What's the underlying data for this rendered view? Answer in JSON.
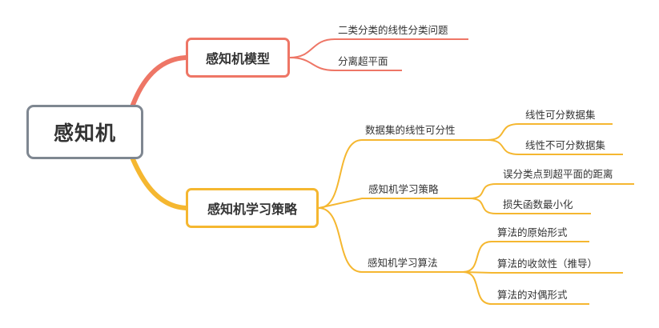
{
  "root": {
    "label": "感知机"
  },
  "branches": [
    {
      "label": "感知机模型",
      "color": "#ee7666",
      "children": [
        {
          "label": "二类分类的线性分类问题"
        },
        {
          "label": "分离超平面"
        }
      ]
    },
    {
      "label": "感知机学习策略",
      "color": "#f5b730",
      "children": [
        {
          "label": "数据集的线性可分性",
          "children": [
            {
              "label": "线性可分数据集"
            },
            {
              "label": "线性不可分数据集"
            }
          ]
        },
        {
          "label": "感知机学习策略",
          "children": [
            {
              "label": "误分类点到超平面的距离"
            },
            {
              "label": "损失函数最小化"
            }
          ]
        },
        {
          "label": "感知机学习算法",
          "children": [
            {
              "label": "算法的原始形式"
            },
            {
              "label": "算法的收敛性（推导）"
            },
            {
              "label": "算法的对偶形式"
            }
          ]
        }
      ]
    }
  ]
}
